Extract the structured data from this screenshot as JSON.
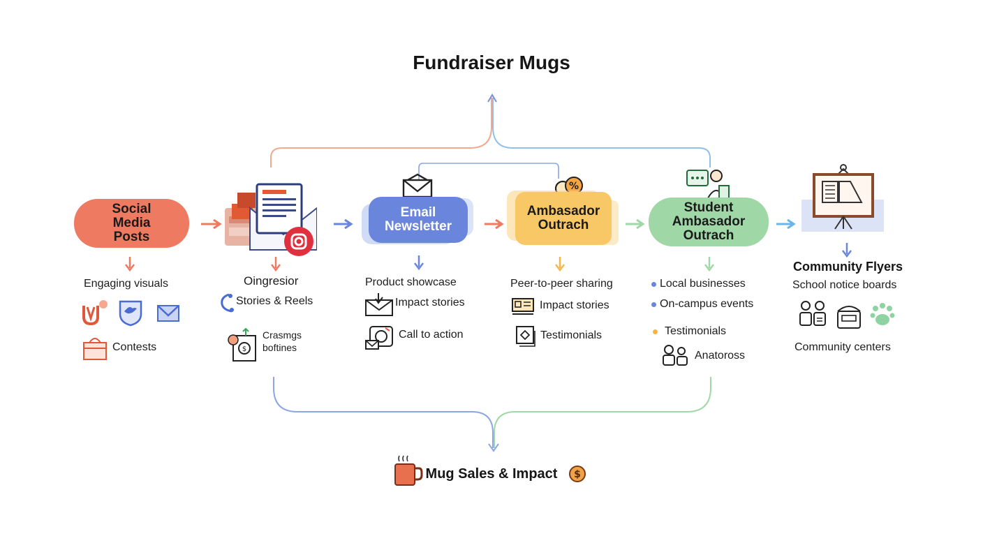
{
  "title": "Fundraiser Mugs",
  "nodes": {
    "social": [
      "Social",
      "Media",
      "Posts"
    ],
    "email": [
      "Email",
      "Newsletter"
    ],
    "ambassador": [
      "Ambasador",
      "Outrach"
    ],
    "student": [
      "Student",
      "Ambasador",
      "Outrach"
    ],
    "flyers": "Community Flyers"
  },
  "social_items": {
    "engaging": "Engaging visuals",
    "contests": "Contests"
  },
  "instagram_items": {
    "heading": "Oingresior",
    "stories": "Stories & Reels",
    "crasmgs_1": "Crasmgs",
    "crasmgs_2": "boftines"
  },
  "email_items": {
    "showcase": "Product showcase",
    "impact": "Impact stories",
    "cta": "Call to action"
  },
  "ambassador_items": {
    "peer": "Peer-to-peer sharing",
    "impact": "Impact stories",
    "testimonials": "Testimonials"
  },
  "student_items": {
    "local": "Local businesses",
    "campus": "On-campus events",
    "testimonials": "Testimonials",
    "anatoross": "Anatoross"
  },
  "flyer_items": {
    "school": "School notice boards",
    "centers": "Community centers"
  },
  "footer": "Mug Sales & Impact",
  "colors": {
    "social": "#ee7a61",
    "email": "#6a86dc",
    "ambassador": "#f8c766",
    "student": "#9fd8a6",
    "flyers": "#d6dcf6",
    "mug": "#e8704f",
    "coin": "#f0a24a"
  }
}
